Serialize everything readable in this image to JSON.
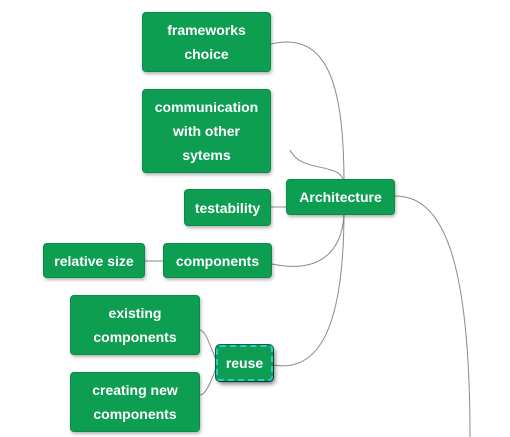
{
  "diagram": {
    "type": "mind-map",
    "nodes": {
      "frameworks_choice": "frameworks\nchoice",
      "communication": "communication\nwith other\nsytems",
      "testability": "testability",
      "architecture": "Architecture",
      "relative_size": "relative size",
      "components": "components",
      "existing_components": "existing\ncomponents",
      "reuse": "reuse",
      "creating_new_components": "creating new\ncomponents"
    },
    "colors": {
      "node_fill": "#0d9e52",
      "node_text": "#ffffff",
      "connector": "#8a8a8a",
      "selected_outline": "#2ec8d8"
    },
    "selected_node": "reuse"
  }
}
